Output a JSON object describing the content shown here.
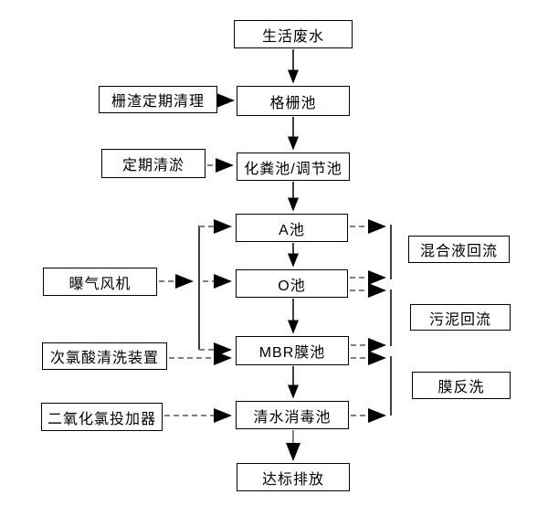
{
  "diagram": {
    "type": "flowchart",
    "subject": "sewage-treatment-process"
  },
  "nodes": {
    "main": [
      "生活废水",
      "格栅池",
      "化粪池/调节池",
      "A池",
      "O池",
      "MBR膜池",
      "清水消毒池",
      "达标排放"
    ],
    "left": [
      "栅渣定期清理",
      "定期清淤",
      "曝气风机",
      "次氯酸清洗装置",
      "二氧化氯投加器"
    ],
    "right": [
      "混合液回流",
      "污泥回流",
      "膜反洗"
    ]
  },
  "edges": [
    {
      "from": "生活废水",
      "to": "格栅池",
      "style": "solid"
    },
    {
      "from": "栅渣定期清理",
      "to": "格栅池",
      "style": "solid"
    },
    {
      "from": "格栅池",
      "to": "化粪池/调节池",
      "style": "solid"
    },
    {
      "from": "定期清淤",
      "to": "化粪池/调节池",
      "style": "dashed"
    },
    {
      "from": "化粪池/调节池",
      "to": "A池",
      "style": "solid"
    },
    {
      "from": "A池",
      "to": "O池",
      "style": "solid"
    },
    {
      "from": "O池",
      "to": "MBR膜池",
      "style": "solid"
    },
    {
      "from": "MBR膜池",
      "to": "清水消毒池",
      "style": "solid"
    },
    {
      "from": "清水消毒池",
      "to": "达标排放",
      "style": "solid"
    },
    {
      "from": "曝气风机",
      "to": "A池",
      "style": "dashed"
    },
    {
      "from": "曝气风机",
      "to": "O池",
      "style": "dashed"
    },
    {
      "from": "曝气风机",
      "to": "MBR膜池",
      "style": "dashed"
    },
    {
      "from": "次氯酸清洗装置",
      "to": "MBR膜池",
      "style": "dashed"
    },
    {
      "from": "二氧化氯投加器",
      "to": "清水消毒池",
      "style": "dashed"
    },
    {
      "from": "A池",
      "to": "O池",
      "via": "混合液回流",
      "style": "dashed"
    },
    {
      "from": "O池",
      "to": "MBR膜池",
      "via": "污泥回流",
      "style": "dashed"
    },
    {
      "from": "MBR膜池",
      "to": "清水消毒池",
      "via": "膜反洗",
      "style": "dashed"
    }
  ],
  "colors": {
    "background": "#ffffff",
    "box_border": "#000000",
    "text": "#000000",
    "solid_arrow": "#000000",
    "gray_line": "#808080",
    "arrowhead": "#000000"
  }
}
